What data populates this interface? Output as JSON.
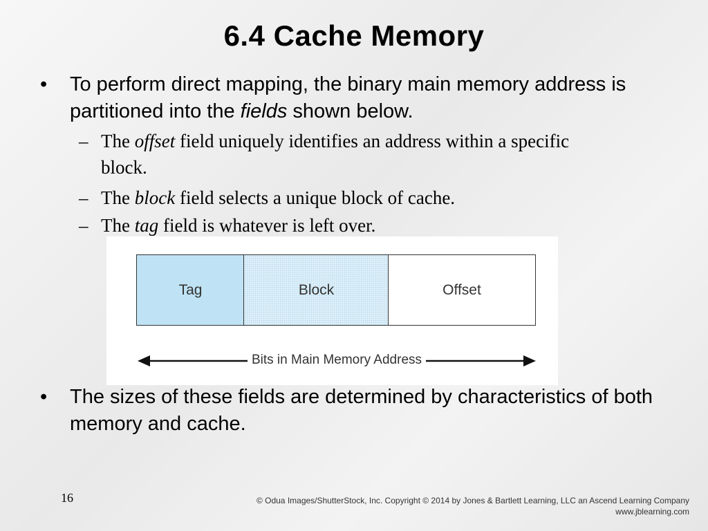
{
  "title": "6.4 Cache Memory",
  "bullets": [
    {
      "marker": "•",
      "text_before": "To perform direct mapping, the binary main memory address is partitioned into the ",
      "emphasis": "fields",
      "text_after": " shown below."
    },
    {
      "marker": "•",
      "text": "The sizes of these fields are determined by characteristics of both memory and cache."
    }
  ],
  "sub_bullets": [
    {
      "marker": "–",
      "prefix": "The ",
      "emphasis": "offset",
      "rest": " field uniquely identifies an address within a specific block."
    },
    {
      "marker": "–",
      "prefix": "The ",
      "emphasis": "block",
      "rest": " field selects a unique block of cache."
    },
    {
      "marker": "–",
      "prefix": "The ",
      "emphasis": "tag",
      "rest": " field is whatever is left over."
    }
  ],
  "figure": {
    "fields": [
      "Tag",
      "Block",
      "Offset"
    ],
    "arrow_label": "Bits in Main Memory Address",
    "colors": {
      "tag": "#bfe3f4",
      "block": "#e3f2fa",
      "offset": "#ffffff"
    }
  },
  "footer": {
    "page_number": "16",
    "copyright_line1": "© Odua Images/ShutterStock, Inc. Copyright © 2014 by Jones & Bartlett Learning, LLC an Ascend Learning Company",
    "copyright_line2": "www.jblearning.com"
  }
}
